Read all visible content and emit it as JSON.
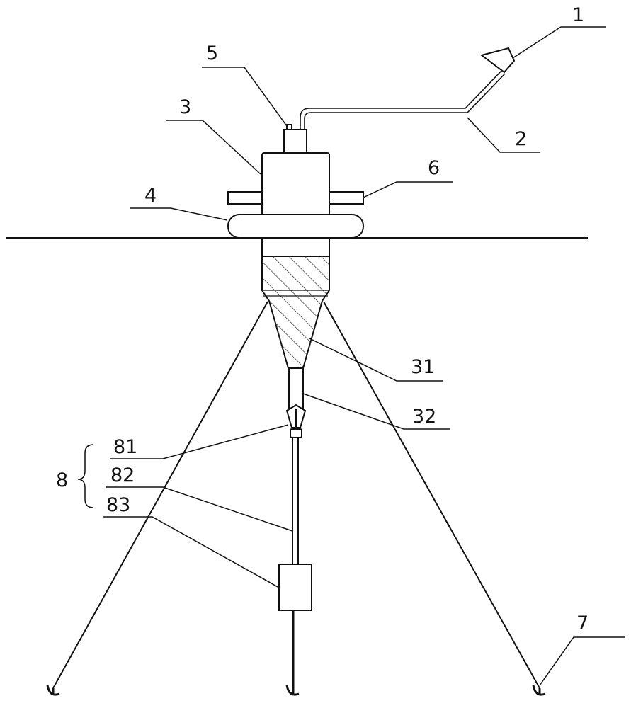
{
  "labels": {
    "sensor": "1",
    "pipe": "2",
    "body": "3",
    "float": "4",
    "top_unit": "5",
    "side_bar": "6",
    "anchor": "7",
    "assembly": "8",
    "cone": "31",
    "outlet_pipe": "32",
    "connector": "81",
    "rod": "82",
    "weight": "83"
  }
}
